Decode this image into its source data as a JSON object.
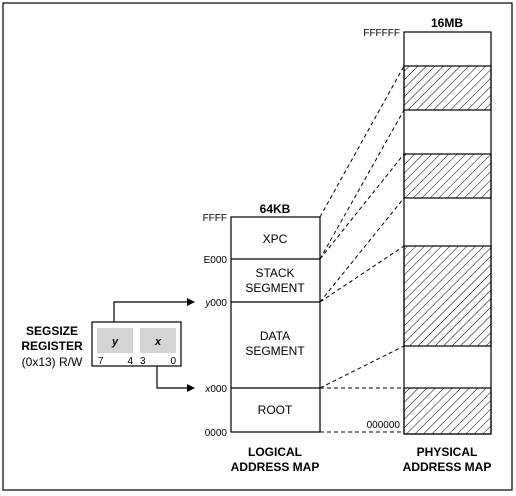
{
  "physical_map": {
    "size_label": "16MB",
    "top_address": "FFFFFF",
    "bottom_address": "000000",
    "caption_line1": "PHYSICAL",
    "caption_line2": "ADDRESS MAP"
  },
  "logical_map": {
    "size_label": "64KB",
    "caption_line1": "LOGICAL",
    "caption_line2": "ADDRESS MAP",
    "addresses": {
      "ffff": "FFFF",
      "e000": "E000",
      "y_italic": "y",
      "y_suffix": "000",
      "x_italic": "x",
      "x_suffix": "000",
      "zero": "0000"
    },
    "segments": {
      "xpc": "XPC",
      "stack_line1": "STACK",
      "stack_line2": "SEGMENT",
      "data_line1": "DATA",
      "data_line2": "SEGMENT",
      "root": "ROOT"
    }
  },
  "segsize_register": {
    "title_line1": "SEGSIZE",
    "title_line2": "REGISTER",
    "subtitle": "(0x13) R/W",
    "field_y": "y",
    "field_x": "x",
    "bit_7": "7",
    "bit_4": "4",
    "bit_3": "3",
    "bit_0": "0"
  },
  "colors": {
    "line": "#000000",
    "register_field_fill": "#d4d4d4",
    "background": "#ffffff"
  }
}
